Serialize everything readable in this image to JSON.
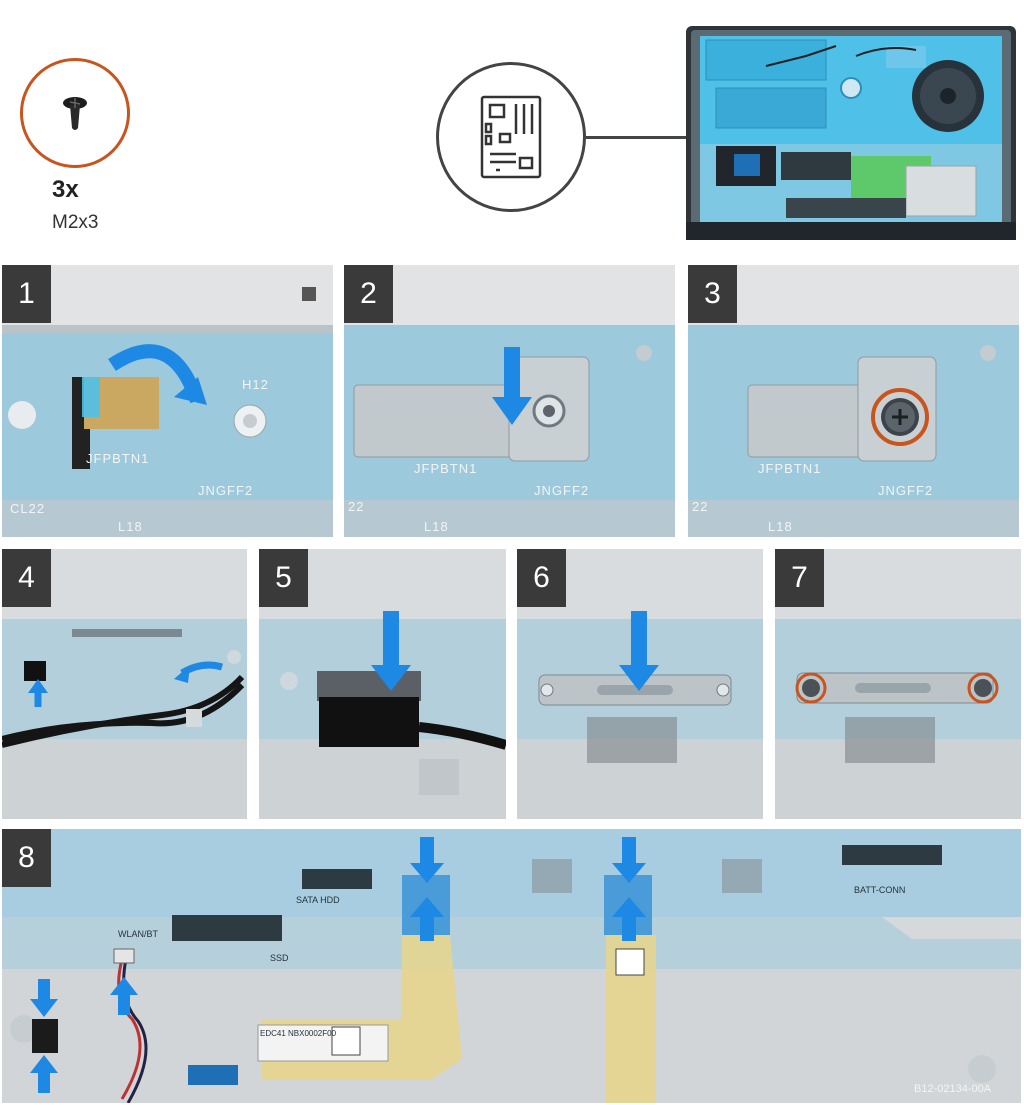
{
  "header": {
    "screw_quantity": "3x",
    "screw_size": "M2x3"
  },
  "icons": {
    "screw": "screw-icon",
    "motherboard": "motherboard-icon",
    "arrow": "blue-arrow-icon"
  },
  "colors": {
    "board_blue": "#4fc1e9",
    "arrow_blue": "#1e88e5",
    "highlight_orange": "#c8541e",
    "step_badge": "#3a3a3a"
  },
  "steps": [
    {
      "number": "1",
      "labels": [
        "H12",
        "JFPBTN1",
        "JNGFF2",
        "CL22",
        "L18"
      ]
    },
    {
      "number": "2",
      "labels": [
        "JFPBTN1",
        "JNGFF2",
        "22",
        "L18"
      ]
    },
    {
      "number": "3",
      "labels": [
        "JFPBTN1",
        "JNGFF2",
        "22",
        "L18"
      ]
    },
    {
      "number": "4",
      "labels": []
    },
    {
      "number": "5",
      "labels": []
    },
    {
      "number": "6",
      "labels": []
    },
    {
      "number": "7",
      "labels": []
    },
    {
      "number": "8",
      "labels": [
        "SATA HDD",
        "WLAN/BT",
        "SSD",
        "BATT-CONN",
        "EDC41 NBX0002F00",
        "B12-02134-00A"
      ]
    }
  ]
}
